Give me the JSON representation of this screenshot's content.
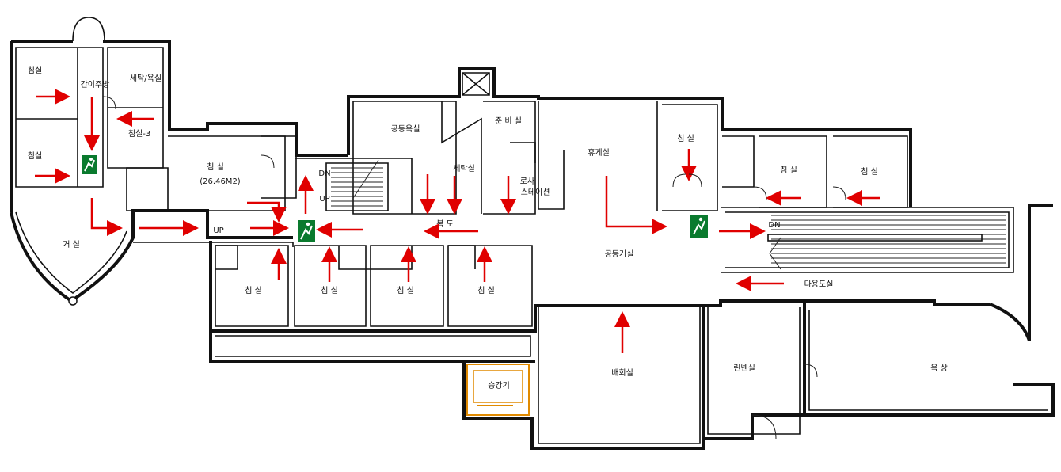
{
  "rooms": {
    "bedroom_nw": "침실",
    "kitchenette": "간이주방",
    "laundry_bath": "세탁/욕실",
    "bedroom_w2": "침실",
    "bedroom_3": "침실-3",
    "bedroom_main": "침 실",
    "bedroom_main_area": "(26.46M2)",
    "living": "거 실",
    "shared_bath": "공동욕실",
    "laundry": "세탁실",
    "prep_room": "준 비 실",
    "lobby_station": "로사\n스테이션",
    "lounge": "휴게실",
    "bedroom_mid": "침 실",
    "bedroom_e1": "침 실",
    "bedroom_e2": "침 실",
    "corridor": "복 도",
    "bedroom_s1": "침 실",
    "bedroom_s2": "침 실",
    "bedroom_s3": "침 실",
    "bedroom_s4": "침 실",
    "common_living": "공동거실",
    "multipurpose": "다용도실",
    "lift": "승강기",
    "assembly": "배회실",
    "linen": "린넨실",
    "rooftop": "옥 상"
  },
  "stairs": {
    "dn_left": "DN",
    "up_left": "UP",
    "up_corridor": "UP",
    "dn_right": "DN"
  },
  "colors": {
    "wall": "#111111",
    "arrow": "#e00000",
    "exit": "#0a7a2e",
    "lift": "#e08a00"
  },
  "icons": [
    "emergency-exit-icon",
    "evacuation-arrow-icon",
    "stair-icon",
    "door-swing-icon"
  ]
}
